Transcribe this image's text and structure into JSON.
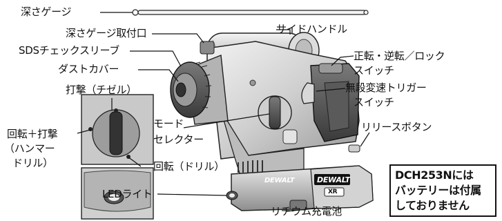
{
  "labels": {
    "depth_gauge": "深さゲージ",
    "depth_gauge_mount": "深さゲージ取付口",
    "sds_sleeve": "SDSチェックスリーブ",
    "dust_cover": "ダストカバー",
    "impact_chisel": "打撃（チゼル）",
    "rotation_impact": [
      "回転＋打撃",
      "（ハンマー",
      "ドリル）"
    ],
    "rotation_drill": "回転（ドリル）",
    "led_light": "LEDライト",
    "side_handle": "サイドハンドル",
    "fwd_rev_lock": [
      "正転・逆転／ロック",
      "スイッチ"
    ],
    "variable_trigger": [
      "無段変速トリガー",
      "スイッチ"
    ],
    "release_button": "リリースボタン",
    "mode_selector": [
      "モード",
      "セレクター"
    ],
    "battery": "リチウム充電池"
  },
  "brand": {
    "tool_logo": "DEWALT",
    "battery_logo": "DEWALT",
    "battery_badge": "XR"
  },
  "notice": {
    "lines": [
      "DCH253Nには",
      "バッテリーは付属",
      "しておりません"
    ]
  }
}
